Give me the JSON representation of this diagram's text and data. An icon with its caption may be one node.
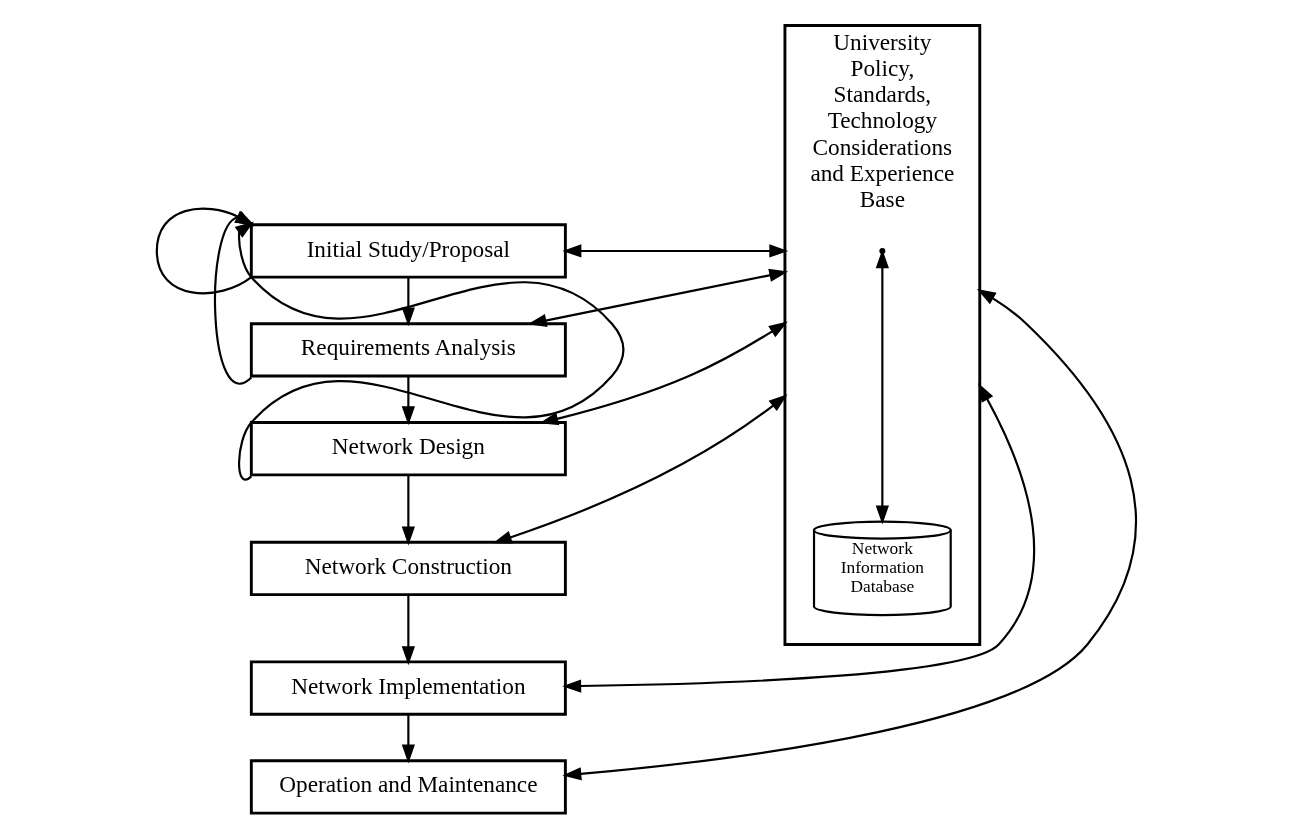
{
  "diagram": {
    "nodes": [
      {
        "text": [
          "Initial Study/Proposal"
        ]
      },
      {
        "text": [
          "Requirements Analysis"
        ]
      },
      {
        "text": [
          "Network Design"
        ]
      },
      {
        "text": [
          "Network Construction"
        ]
      },
      {
        "text": [
          "Network Implementation"
        ]
      },
      {
        "text": [
          "Operation and Maintenance"
        ]
      },
      {
        "text": [
          "University Policy, Standards, Technology Considerations and Experience Base"
        ]
      },
      {
        "text": [
          "Network Information Database"
        ],
        "in": 6
      }
    ],
    "edges": [
      {
        "from": 0,
        "to": 1,
        "arrow": "to"
      },
      {
        "from": 1,
        "to": 2,
        "arrow": "to"
      },
      {
        "from": 2,
        "to": 3,
        "arrow": "to"
      },
      {
        "from": 3,
        "to": 4,
        "arrow": "to"
      },
      {
        "from": 4,
        "to": 5,
        "arrow": "to"
      },
      {
        "from": 0,
        "to": 0,
        "arrow": "to"
      },
      {
        "from": 1,
        "to": 0,
        "arrow": "to"
      },
      {
        "from": 2,
        "to": 0,
        "arrow": "to"
      },
      {
        "from": 0,
        "to": 6,
        "arrow": "both"
      },
      {
        "from": 1,
        "to": 6,
        "arrow": "both"
      },
      {
        "from": 2,
        "to": 6,
        "arrow": "both"
      },
      {
        "from": 3,
        "to": 6,
        "arrow": "both"
      },
      {
        "from": 4,
        "to": 6,
        "arrow": "both"
      },
      {
        "from": 5,
        "to": 6,
        "arrow": "both"
      },
      {
        "from": 6,
        "to": 7,
        "arrow": "both"
      }
    ]
  }
}
